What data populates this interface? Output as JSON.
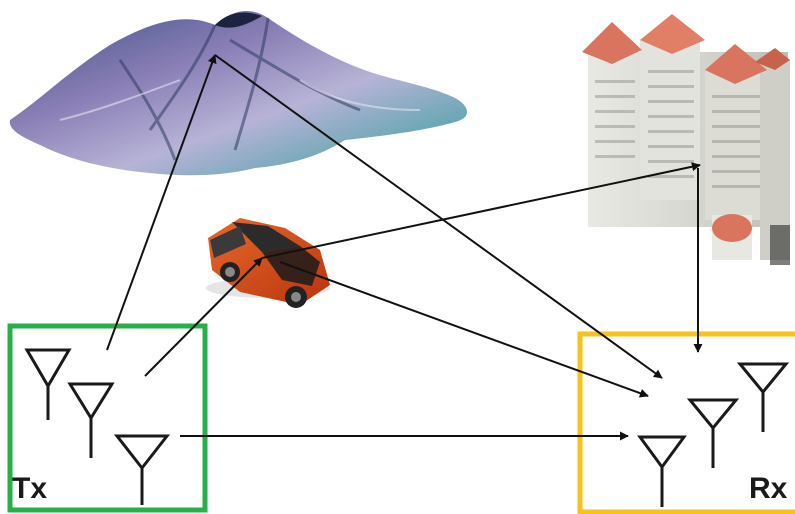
{
  "labels": {
    "tx": "Tx",
    "rx": "Rx"
  },
  "colors": {
    "tx_box": "#27b04a",
    "rx_box": "#f7c21a",
    "arrow": "#111111",
    "antenna": "#1a1a1a"
  },
  "objects": {
    "mountain": "mountain-scatterer",
    "car": "car-scatterer",
    "building": "building-scatterer"
  }
}
